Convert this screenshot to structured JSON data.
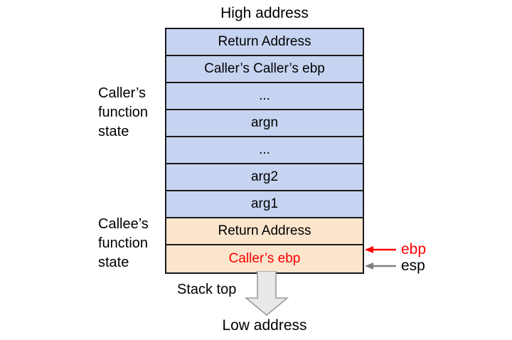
{
  "diagram": {
    "title_top": "High address",
    "title_bottom": "Low address",
    "stack_top_label": "Stack top",
    "colors": {
      "caller_fill": "#c6d4f1",
      "callee_fill": "#fce5cd",
      "border": "#1a1a1a",
      "ebp_accent": "#ff0000",
      "esp_accent": "#666666",
      "arrow_fill": "#e8e8e8"
    },
    "groups": [
      {
        "id": "caller",
        "lines": [
          "Caller’s",
          "function",
          "state"
        ]
      },
      {
        "id": "callee",
        "lines": [
          "Callee’s",
          "function",
          "state"
        ]
      }
    ],
    "cells": [
      {
        "label": "Return Address",
        "group": "caller",
        "text_color": "black"
      },
      {
        "label": "Caller’s Caller’s ebp",
        "group": "caller",
        "text_color": "black"
      },
      {
        "label": "...",
        "group": "caller",
        "text_color": "black"
      },
      {
        "label": "argn",
        "group": "caller",
        "text_color": "black"
      },
      {
        "label": "...",
        "group": "caller",
        "text_color": "black"
      },
      {
        "label": "arg2",
        "group": "caller",
        "text_color": "black"
      },
      {
        "label": "arg1",
        "group": "caller",
        "text_color": "black"
      },
      {
        "label": "Return Address",
        "group": "callee",
        "text_color": "black"
      },
      {
        "label": "Caller’s ebp",
        "group": "callee",
        "text_color": "red"
      }
    ],
    "pointers": [
      {
        "name": "ebp",
        "label": "ebp",
        "color": "#ff0000",
        "points_to_cell": 8
      },
      {
        "name": "esp",
        "label": "esp",
        "color": "#666666",
        "points_to_cell": 8
      }
    ]
  }
}
